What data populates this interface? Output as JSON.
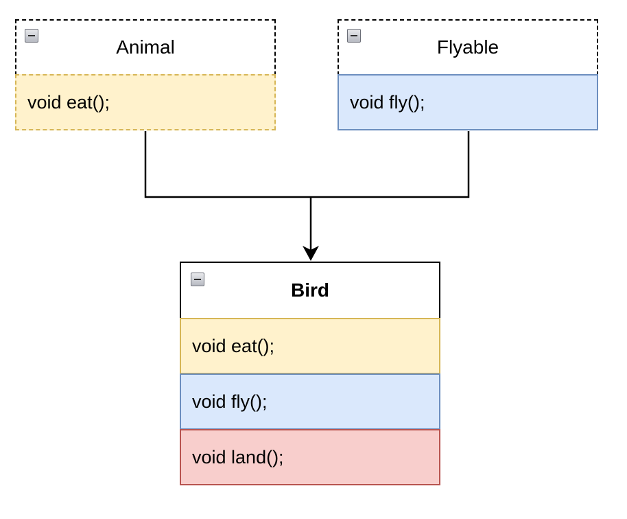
{
  "classes": {
    "animal": {
      "name": "Animal",
      "methods": [
        "void eat();"
      ]
    },
    "flyable": {
      "name": "Flyable",
      "methods": [
        "void fly();"
      ]
    },
    "bird": {
      "name": "Bird",
      "methods": [
        "void eat();",
        "void fly();",
        "void land();"
      ]
    }
  },
  "colors": {
    "animal_member_fill": "#fff2cc",
    "animal_member_stroke": "#d6b656",
    "flyable_member_fill": "#dae8fc",
    "flyable_member_stroke": "#6c8ebf",
    "bird_land_fill": "#f8cecc",
    "bird_land_stroke": "#b85450"
  },
  "icons": {
    "collapse": "collapse-minus-icon"
  },
  "relationships": [
    {
      "from": "Animal",
      "to": "Bird",
      "type": "arrow"
    },
    {
      "from": "Flyable",
      "to": "Bird",
      "type": "arrow"
    }
  ]
}
